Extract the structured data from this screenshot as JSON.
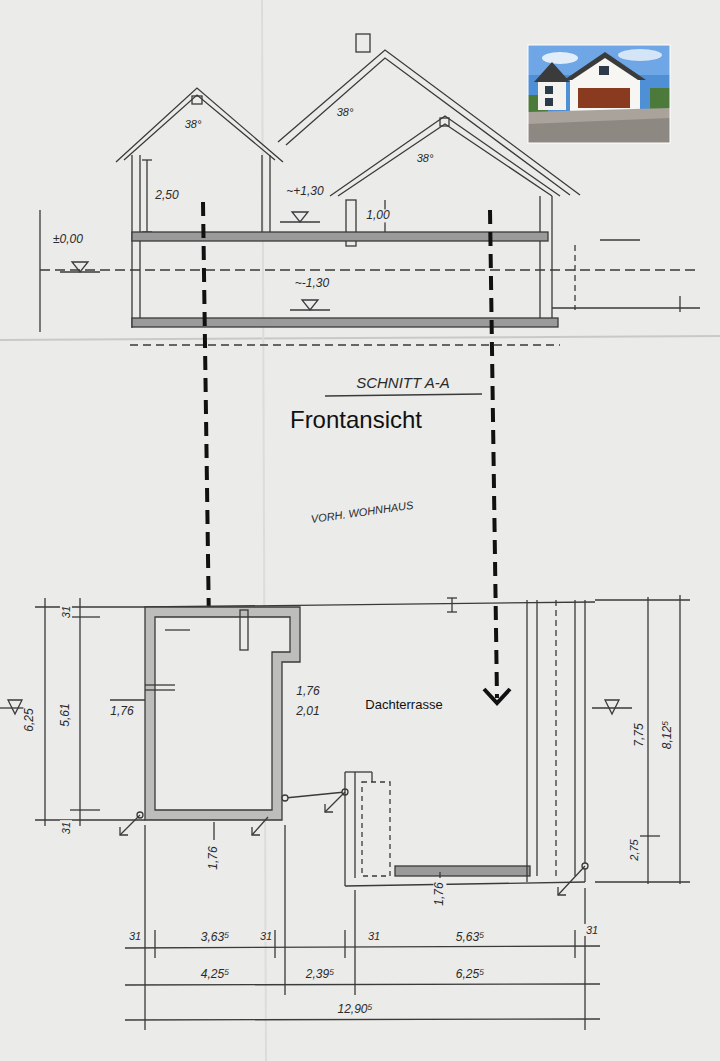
{
  "diagram": {
    "labels": [
      "38°",
      "38°",
      "38°",
      "2,50",
      "~+1,30",
      "1,00",
      "±0,00",
      "~-1,30",
      "SCHNITT A-A",
      "Frontansicht",
      "VORH. WOHNHAUS",
      "6,25",
      "31",
      "5,61",
      "31",
      "1,76",
      "1,76",
      "2,01",
      "Dachterrasse",
      "1,76",
      "1,76",
      "7,75",
      "8,12⁵",
      "2,75",
      "31",
      "3,63⁵",
      "31",
      "31",
      "5,63⁵",
      "31",
      "4,25⁵",
      "2,39⁵",
      "6,25⁵",
      "12,90⁵"
    ]
  }
}
